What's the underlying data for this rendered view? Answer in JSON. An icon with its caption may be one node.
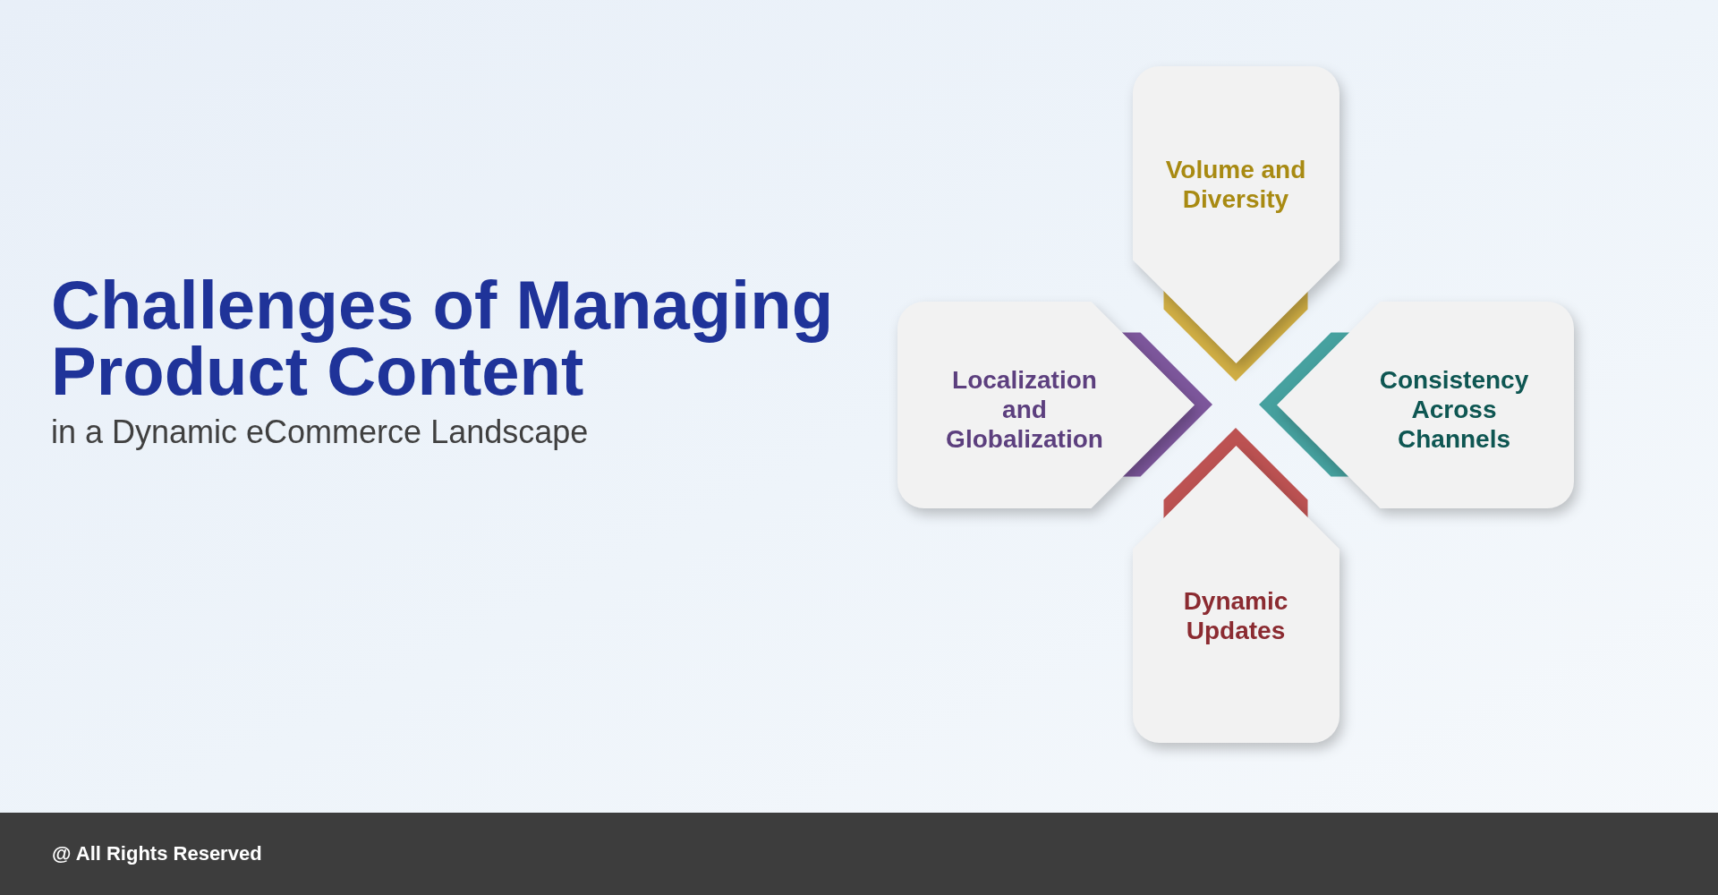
{
  "diagram": {
    "title": "Challenges of Managing Product Content",
    "nodes": [
      {
        "text": [
          "Volume and Diversity"
        ]
      },
      {
        "text": [
          "Localization and Globalization"
        ]
      },
      {
        "text": [
          "Consistency Across Channels"
        ]
      },
      {
        "text": [
          "Dynamic Updates"
        ]
      }
    ],
    "labels": [
      "in a Dynamic eCommerce Landscape",
      "@ All Rights Reserved"
    ]
  }
}
